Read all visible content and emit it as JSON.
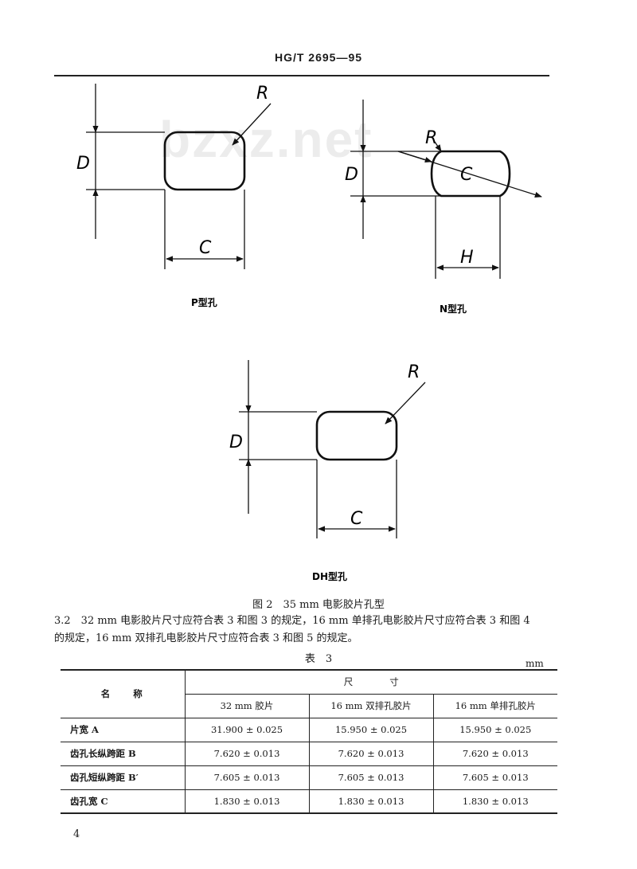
{
  "header": {
    "doc_code": "HG/T 2695—95"
  },
  "watermark": "bzxz.net",
  "figures": {
    "p_hole": {
      "caption": "P型孔",
      "labels": {
        "d": "D",
        "c": "C",
        "r": "R"
      }
    },
    "n_hole": {
      "caption": "N型孔",
      "labels": {
        "d": "D",
        "c": "C",
        "r": "R",
        "h": "H"
      }
    },
    "dh_hole": {
      "caption": "DH型孔",
      "labels": {
        "d": "D",
        "c": "C",
        "r": "R"
      }
    }
  },
  "figure_caption": "图 2　35 mm 电影胶片孔型",
  "paragraph": {
    "line1": "3.2　32 mm 电影胶片尺寸应符合表 3 和图 3 的规定，16 mm 单排孔电影胶片尺寸应符合表 3 和图 4",
    "line2": "的规定，16 mm 双排孔电影胶片尺寸应符合表 3 和图 5 的规定。"
  },
  "table": {
    "title": "表　3",
    "unit": "mm",
    "header_name": "名　　称",
    "header_group": "尺　　　　寸",
    "columns": [
      "32 mm 胶片",
      "16 mm 双排孔胶片",
      "16 mm 单排孔胶片"
    ],
    "rows": [
      {
        "name": "片宽 A",
        "values": [
          "31.900 ± 0.025",
          "15.950 ± 0.025",
          "15.950 ± 0.025"
        ]
      },
      {
        "name": "齿孔长纵跨距 B",
        "values": [
          "7.620 ± 0.013",
          "7.620 ± 0.013",
          "7.620 ± 0.013"
        ]
      },
      {
        "name": "齿孔短纵跨距 B′",
        "values": [
          "7.605 ± 0.013",
          "7.605 ± 0.013",
          "7.605 ± 0.013"
        ]
      },
      {
        "name": "齿孔宽 C",
        "values": [
          "1.830 ± 0.013",
          "1.830 ± 0.013",
          "1.830 ± 0.013"
        ]
      }
    ]
  },
  "page_number": "4"
}
